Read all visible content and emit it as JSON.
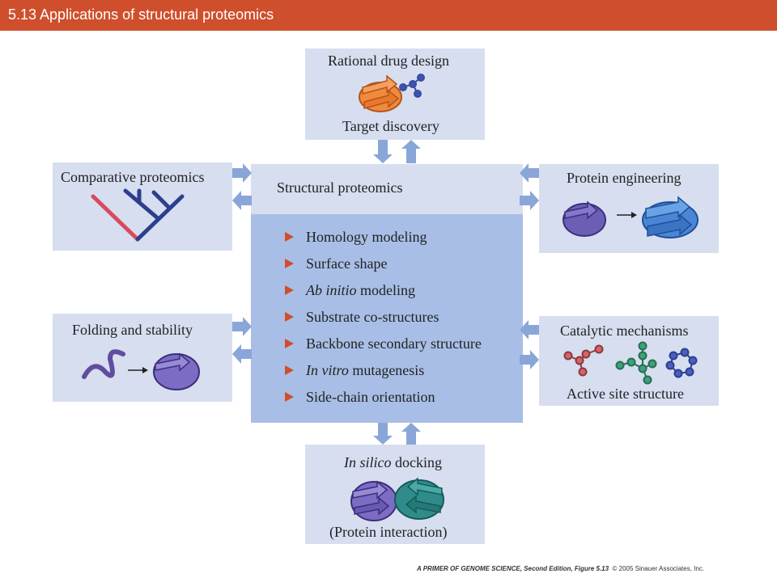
{
  "header": {
    "title": "5.13  Applications of structural proteomics"
  },
  "center": {
    "title": "Structural proteomics",
    "items": [
      {
        "pre": "",
        "em": "",
        "post": "Homology modeling"
      },
      {
        "pre": "",
        "em": "",
        "post": "Surface shape"
      },
      {
        "pre": "",
        "em": "Ab initio",
        "post": " modeling"
      },
      {
        "pre": "",
        "em": "",
        "post": "Substrate co-structures"
      },
      {
        "pre": "",
        "em": "",
        "post": "Backbone secondary structure"
      },
      {
        "pre": "",
        "em": "In vitro",
        "post": " mutagenesis"
      },
      {
        "pre": "",
        "em": "",
        "post": "Side-chain orientation"
      }
    ]
  },
  "top_box": {
    "label": "Rational drug design",
    "sublabel": "Target discovery"
  },
  "left_top_box": {
    "label": "Comparative proteomics"
  },
  "left_bottom_box": {
    "label": "Folding and stability"
  },
  "right_top_box": {
    "label": "Protein engineering"
  },
  "right_bottom_box": {
    "label": "Catalytic mechanisms",
    "sublabel": "Active site structure"
  },
  "bottom_box": {
    "label_em": "In silico",
    "label_rest": " docking",
    "sublabel": "(Protein interaction)"
  },
  "credit": {
    "book": "A PRIMER OF GENOME SCIENCE, Second Edition, Figure 5.13",
    "copyright": "© 2005 Sinauer Associates, Inc."
  },
  "colors": {
    "header": "#cf4f2c",
    "box": "#d6def0",
    "center": "#a8bee6",
    "arrow": "#8aa6d9",
    "bullet": "#cf4f2c"
  }
}
